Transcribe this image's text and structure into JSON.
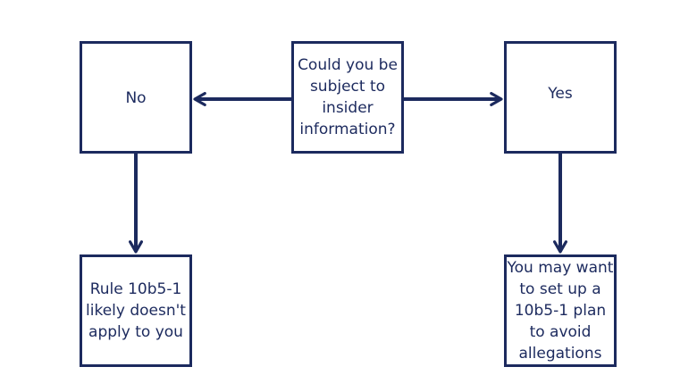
{
  "diagram": {
    "question": "Could you be subject to insider information?",
    "no_label": "No",
    "yes_label": "Yes",
    "no_result": "Rule 10b5-1 likely doesn't apply to you",
    "yes_result": "You may want to set up a 10b5-1 plan to avoid allegations"
  },
  "colors": {
    "stroke": "#1c2a5e",
    "background": "#ffffff"
  }
}
